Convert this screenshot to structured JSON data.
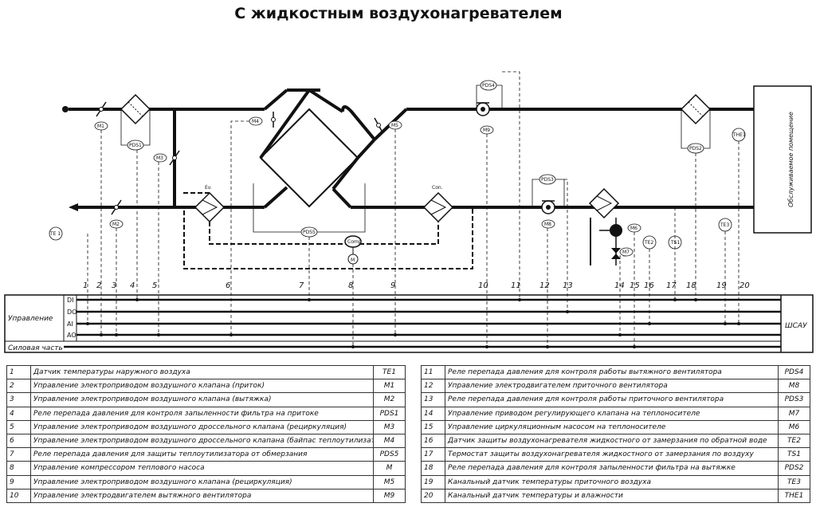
{
  "title": "С жидкостным воздухонагревателем",
  "room_label": "Обслуживаемое помещение",
  "equipment_labels": {
    "ev": "Ev.",
    "con": "Con.",
    "comp": "Comp"
  },
  "device_tags": {
    "te1": "TE 1",
    "m1": "M1",
    "m2": "M2",
    "m3": "M3",
    "m4": "M4",
    "m5": "M5",
    "m6": "M6",
    "m7": "M7",
    "m8": "M8",
    "m9": "M9",
    "m": "M",
    "pds1": "PDS1",
    "pds2": "PDS2",
    "pds3": "PDS3",
    "pds4": "PDS4",
    "pds5": "PDS5",
    "te2": "TE2",
    "te3": "TE3",
    "ts1": "TS1",
    "the1": "THE1"
  },
  "signal_numbers": [
    "1",
    "2",
    "3",
    "4",
    "5",
    "6",
    "7",
    "8",
    "9",
    "10",
    "11",
    "12",
    "13",
    "14",
    "15",
    "16",
    "17",
    "18",
    "19",
    "20"
  ],
  "bus": {
    "control_label": "Управление",
    "power_label": "Силовая часть",
    "channels": [
      "DI",
      "DO",
      "AI",
      "AO"
    ],
    "cabinet_label": "ШСАУ"
  },
  "legend_left": [
    {
      "n": "1",
      "desc": "Датчик температуры наружного воздуха",
      "code": "TE1"
    },
    {
      "n": "2",
      "desc": "Управление электроприводом воздушного клапана (приток)",
      "code": "M1"
    },
    {
      "n": "3",
      "desc": "Управление электроприводом воздушного клапана (вытяжка)",
      "code": "M2"
    },
    {
      "n": "4",
      "desc": "Реле перепада давления для контроля запыленности фильтра на притоке",
      "code": "PDS1"
    },
    {
      "n": "5",
      "desc": "Управление электроприводом воздушного дроссельного клапана (рециркуляция)",
      "code": "M3"
    },
    {
      "n": "6",
      "desc": "Управление электроприводом воздушного дроссельного клапана (байпас теплоутилизатора)",
      "code": "M4"
    },
    {
      "n": "7",
      "desc": "Реле перепада давления для защиты теплоутилизатора от обмерзания",
      "code": "PDS5"
    },
    {
      "n": "8",
      "desc": "Управление компрессором теплового насоса",
      "code": "M"
    },
    {
      "n": "9",
      "desc": "Управление электроприводом воздушного клапана (рециркуляция)",
      "code": "M5"
    },
    {
      "n": "10",
      "desc": "Управление электродвигателем вытяжного вентилятора",
      "code": "M9"
    }
  ],
  "legend_right": [
    {
      "n": "11",
      "desc": "Реле перепада давления для контроля работы вытяжного вентилятора",
      "code": "PDS4"
    },
    {
      "n": "12",
      "desc": "Управление электродвигателем приточного вентилятора",
      "code": "M8"
    },
    {
      "n": "13",
      "desc": "Реле перепада давления для контроля работы приточного вентилятора",
      "code": "PDS3"
    },
    {
      "n": "14",
      "desc": "Управление приводом регулирующего клапана на теплоносителе",
      "code": "M7"
    },
    {
      "n": "15",
      "desc": "Управление циркуляционным насосом на теплоносителе",
      "code": "M6"
    },
    {
      "n": "16",
      "desc": "Датчик защиты воздухонагревателя жидкостного от замерзания по обратной воде",
      "code": "TE2"
    },
    {
      "n": "17",
      "desc": "Термостат защиты воздухонагревателя жидкостного от замерзания по воздуху",
      "code": "TS1"
    },
    {
      "n": "18",
      "desc": "Реле перепада давления для контроля запыленности фильтра на вытяжке",
      "code": "PDS2"
    },
    {
      "n": "19",
      "desc": "Канальный датчик температуры приточного воздуха",
      "code": "TE3"
    },
    {
      "n": "20",
      "desc": "Канальный датчик температуры и влажности",
      "code": "THE1"
    }
  ]
}
